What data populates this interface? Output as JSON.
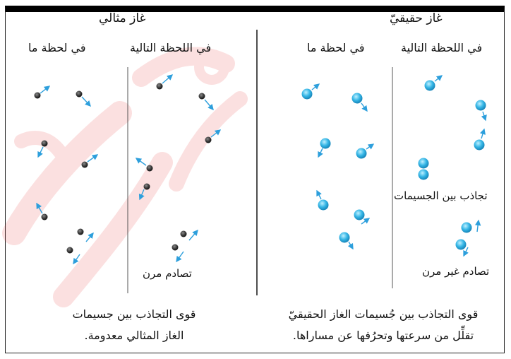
{
  "colors": {
    "ideal_particle": "#3a3a3a",
    "real_particle": "#35b6e6",
    "arrow": "#2d9fdc",
    "watermark": "#e94545",
    "divider": "#222222"
  },
  "ideal": {
    "title": "غاز مثالي",
    "col_at_moment": "في لحظة ما",
    "col_next_moment": "في اللحظة التالية",
    "collision_label": "تصادم مرن",
    "caption_line1": "قوى التجاذب بين جسيمات",
    "caption_line2": "الغاز المثالي معدومة."
  },
  "real": {
    "title": "غاز حقيقيّ",
    "col_at_moment": "في لحظة ما",
    "col_next_moment": "في اللحظة التالية",
    "attraction_label": "تجاذب بين الجسيمات",
    "collision_label": "تصادم غير مرن",
    "caption_line1": "قوى التجاذب بين جُسيمات الغاز الحقيقيّ",
    "caption_line2": "تقلِّل من سرعتها وتحرُفها عن مساراها."
  },
  "icons": {
    "particle": "circle",
    "velocity": "arrow"
  }
}
